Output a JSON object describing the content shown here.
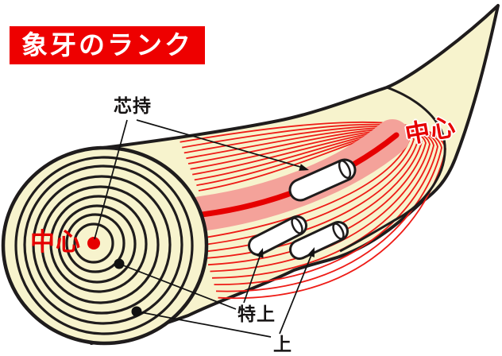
{
  "title": "象牙のランク",
  "labels": {
    "core_cylinder": "芯持",
    "center_left": "中心",
    "center_right": "中心",
    "premium": "特上",
    "superior": "上"
  },
  "colors": {
    "accent_red": "#e60000",
    "title_background": "#ee0000",
    "ivory_cream": "#f7f3cd",
    "nerve_pink": "#f4a29a",
    "outline_ink": "#1f1c1c"
  }
}
